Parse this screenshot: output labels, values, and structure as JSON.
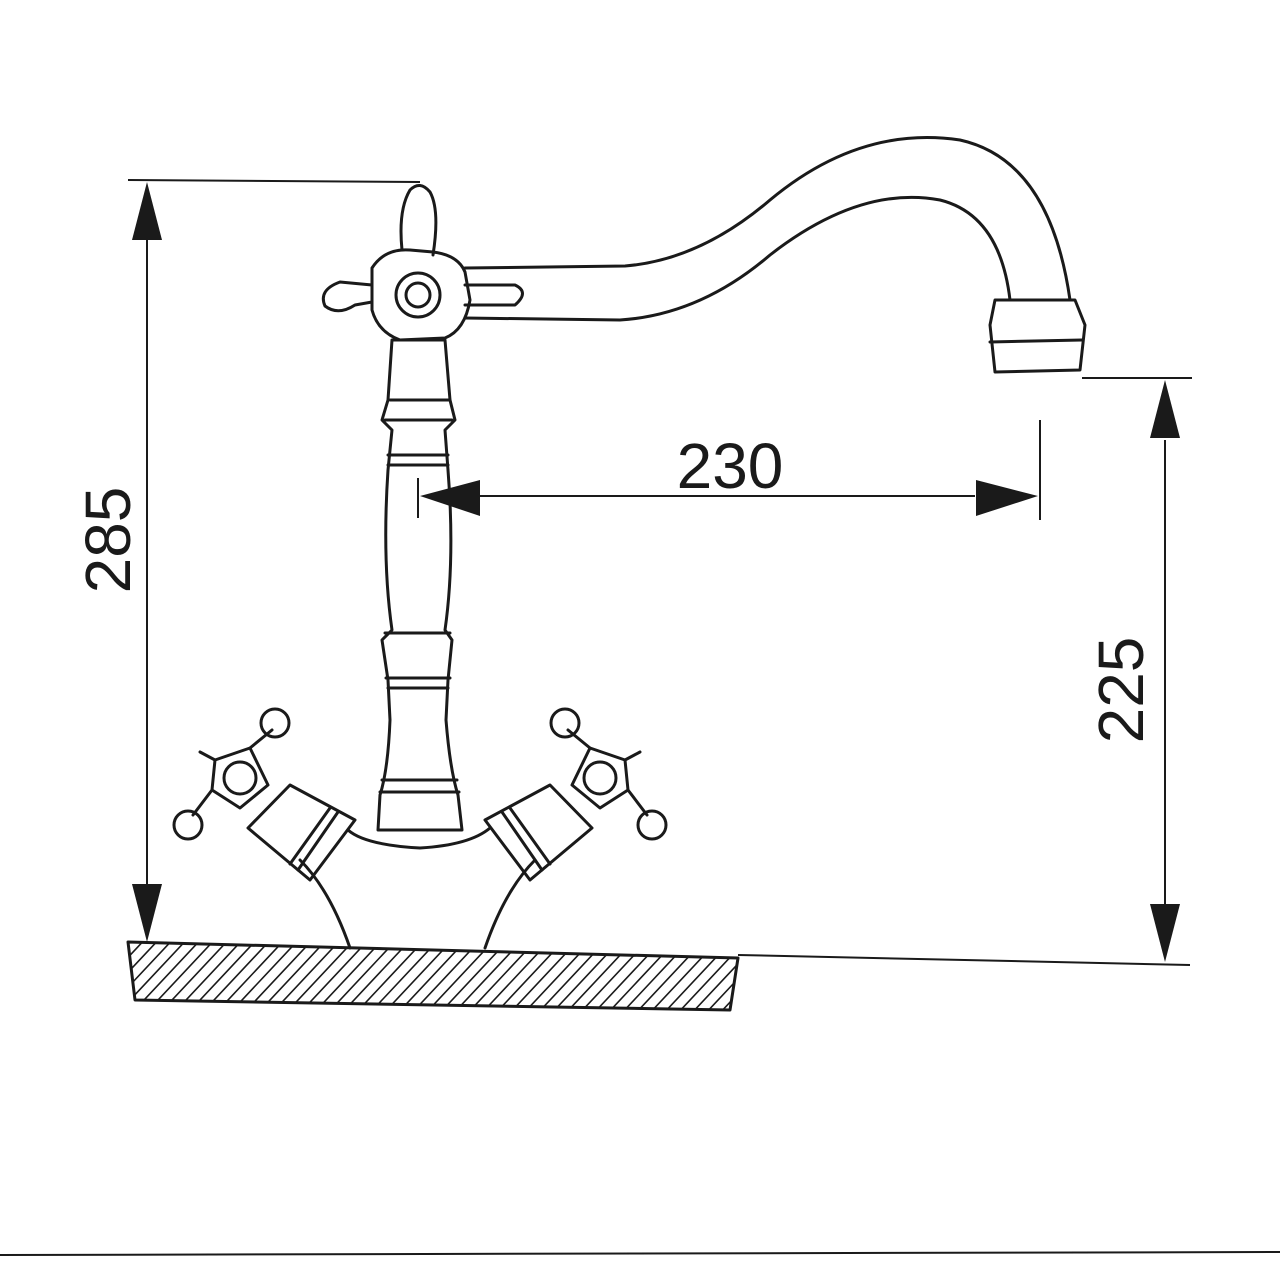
{
  "dimensions": {
    "total_height": "285",
    "spout_reach": "230",
    "spout_clearance": "225"
  }
}
